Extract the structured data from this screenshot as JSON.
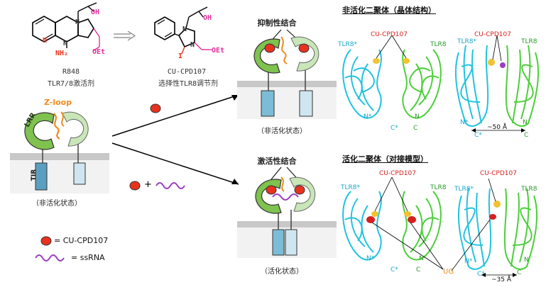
{
  "compounds": {
    "r848": {
      "name": "R848",
      "desc": "TLR7/8激活剂"
    },
    "cpd107": {
      "name": "CU-CPD107",
      "desc": "选择性TLR8调节剂"
    }
  },
  "chem_atoms": {
    "oh": "OH",
    "n": "N",
    "oet": "OEt",
    "nh2": "NH₂",
    "i": "I"
  },
  "left_schematic": {
    "zloop": "Z-loop",
    "lrr": "LRR",
    "tir": "TIR",
    "state": "（非活化状态）"
  },
  "middle_top": {
    "title": "抑制性结合",
    "state": "（非活化状态）"
  },
  "middle_bottom": {
    "title": "激活性结合",
    "state": "（活化状态）"
  },
  "plus": "+",
  "legend": {
    "ligand": "= CU-CPD107",
    "rna": "= ssRNA"
  },
  "right_top": {
    "title": "非活化二聚体（晶体结构）",
    "cpd": "CU-CPD107",
    "tlr8star": "TLR8*",
    "tlr8": "TLR8",
    "nstar": "N*",
    "cstar": "C*",
    "n": "N",
    "c": "C",
    "distance": "~50 Å"
  },
  "right_bottom": {
    "title": "活化二聚体（对接模型）",
    "cpd": "CU-CPD107",
    "tlr8star": "TLR8*",
    "tlr8": "TLR8",
    "nstar": "N*",
    "cstar": "C*",
    "n": "N",
    "c": "C",
    "ug": "UG",
    "distance": "~35 Å"
  },
  "colors": {
    "cyan": "#22c3df",
    "green": "#4ccf3a",
    "ligand_red": "#e8321e",
    "rna_purple": "#9b3fc0",
    "orange": "#f08a1c",
    "membrane": "#c8c8c8"
  }
}
